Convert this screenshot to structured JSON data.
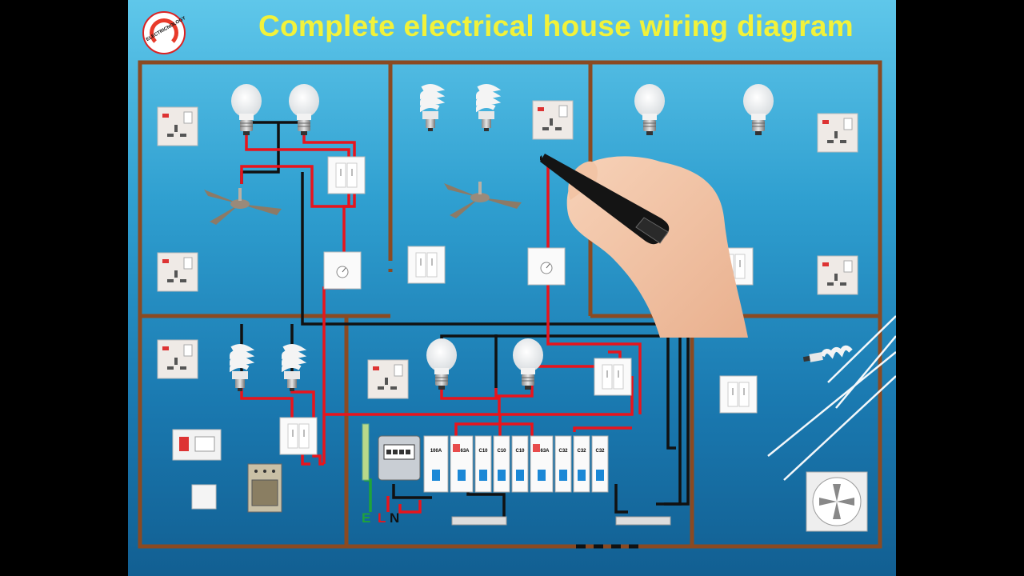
{
  "title": "Complete electrical house wiring diagram",
  "logo": {
    "text": "ELECTRICNOLOGY"
  },
  "terminal_labels": {
    "earth": "E",
    "live": "L",
    "neutral": "N"
  },
  "breakers": [
    {
      "rating": "100A"
    },
    {
      "rating": "63A"
    },
    {
      "rating": "C10"
    },
    {
      "rating": "C10"
    },
    {
      "rating": "C10"
    },
    {
      "rating": "63A"
    },
    {
      "rating": "C32"
    },
    {
      "rating": "C32"
    },
    {
      "rating": "C32"
    }
  ],
  "colors": {
    "background_top": "#5fc7ea",
    "background_bottom": "#125f92",
    "title": "#f2f23a",
    "wall": "#8a4a22",
    "live_wire": "#e8141c",
    "neutral_wire": "#111111",
    "earth_wire": "#1fa33a"
  }
}
